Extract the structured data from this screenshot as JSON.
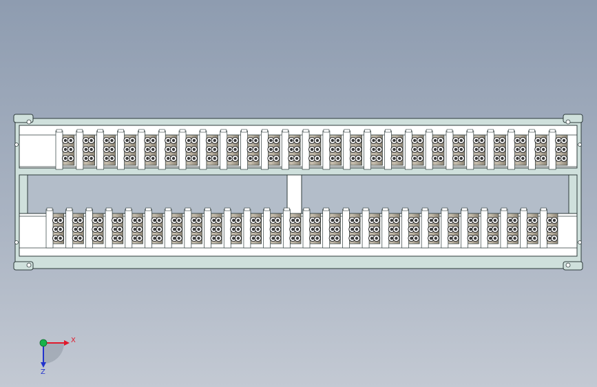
{
  "view": {
    "background_top": "#8e9cb0",
    "background_bottom": "#c3c9d3"
  },
  "assembly": {
    "frame_color": "#cfe0dc",
    "stroke_color": "#2d3a3a",
    "top_rail_module_count": 25,
    "bottom_rail_module_count": 26,
    "center_support": true
  },
  "triad": {
    "x_label": "X",
    "z_label": "Z",
    "x_color": "#e0182b",
    "y_color": "#17b34a",
    "z_color": "#2233cc"
  }
}
